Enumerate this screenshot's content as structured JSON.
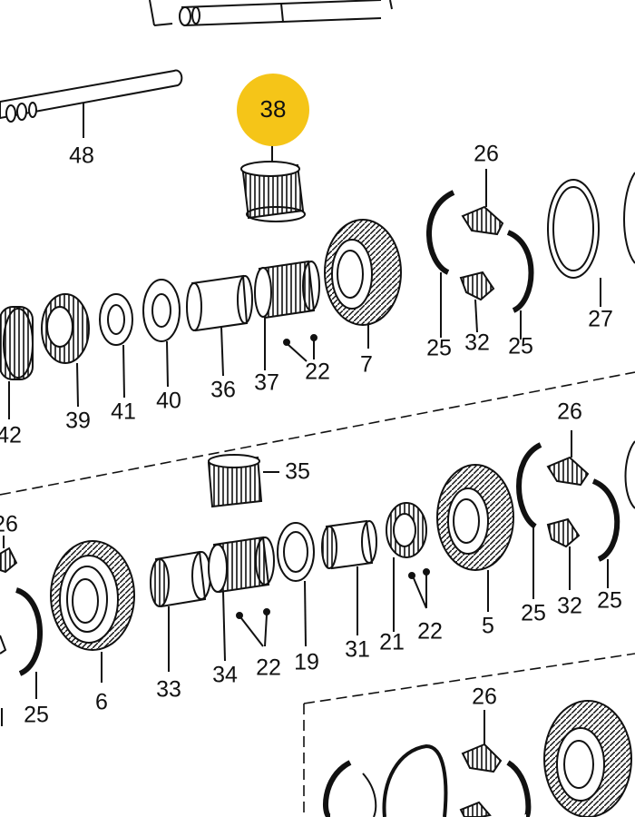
{
  "highlight": {
    "label": "38",
    "color": "#f5c518"
  },
  "labels": {
    "l48": "48",
    "l26a": "26",
    "l42": "42",
    "l39": "39",
    "l41": "41",
    "l40": "40",
    "l36": "36",
    "l37": "37",
    "l22a": "22",
    "l7": "7",
    "l25a": "25",
    "l32a": "32",
    "l25b": "25",
    "l27": "27",
    "l35": "35",
    "l26b": "26",
    "l26c": "26",
    "l25c": "25",
    "l6": "6",
    "l33": "33",
    "l34": "34",
    "l22b": "22",
    "l19": "19",
    "l31": "31",
    "l21": "21",
    "l22c": "22",
    "l5": "5",
    "l25d": "25",
    "l32b": "32",
    "l25e": "25",
    "l26d": "26"
  },
  "colors": {
    "ink": "#111111",
    "paper": "#ffffff"
  }
}
